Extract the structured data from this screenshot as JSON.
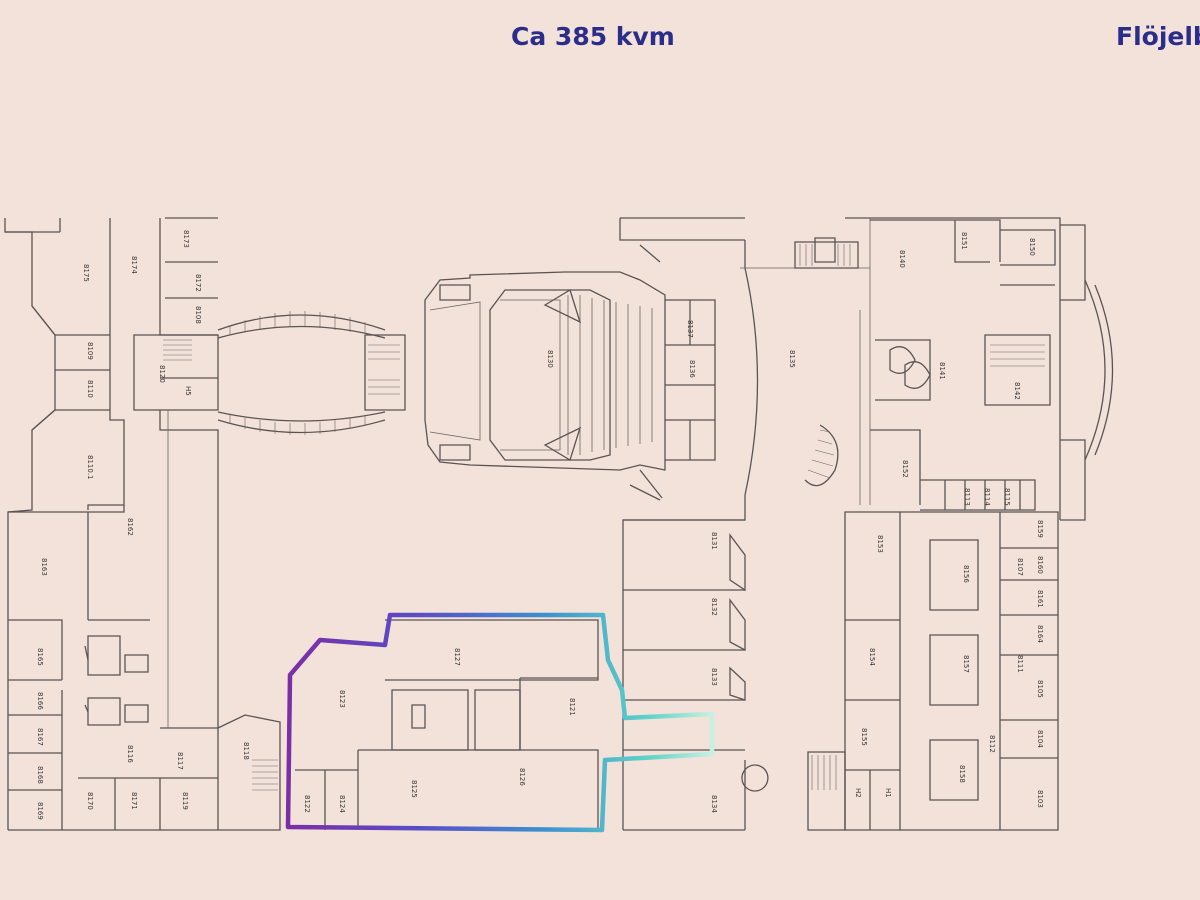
{
  "header": {
    "area_text": "Ca 385 kvm",
    "title_text": "Flöjelb"
  },
  "colors": {
    "background": "#f2e2d9",
    "heading": "#2a2d8a",
    "wall": "#5a5454",
    "highlight_gradient": [
      "#7b2fa6",
      "#5a4bc7",
      "#3d8fd0",
      "#5fd3c8",
      "#c7f0e2"
    ]
  },
  "floorplan": {
    "room_labels": [
      "8175",
      "8174",
      "8173",
      "8172",
      "8108",
      "8109",
      "8110",
      "8110.1",
      "8163",
      "8162",
      "8165",
      "8166",
      "8167",
      "8168",
      "8169",
      "8170",
      "8171",
      "8122",
      "8124",
      "8125",
      "8126",
      "8127",
      "8123",
      "8121",
      "8130",
      "8131",
      "8132",
      "8133",
      "8134",
      "8135",
      "8136",
      "8137",
      "8140",
      "8141",
      "8142",
      "8150",
      "8151",
      "8152",
      "8153",
      "8154",
      "8155",
      "8156",
      "8157",
      "8158",
      "8159",
      "8160",
      "8161",
      "8164",
      "8105",
      "8104",
      "8103",
      "8107",
      "8111",
      "8112",
      "8113",
      "8114",
      "8115",
      "8116",
      "8117",
      "8118",
      "8119",
      "8120",
      "H5",
      "H1",
      "H2"
    ],
    "highlighted_area": "Ca 385 kvm"
  }
}
